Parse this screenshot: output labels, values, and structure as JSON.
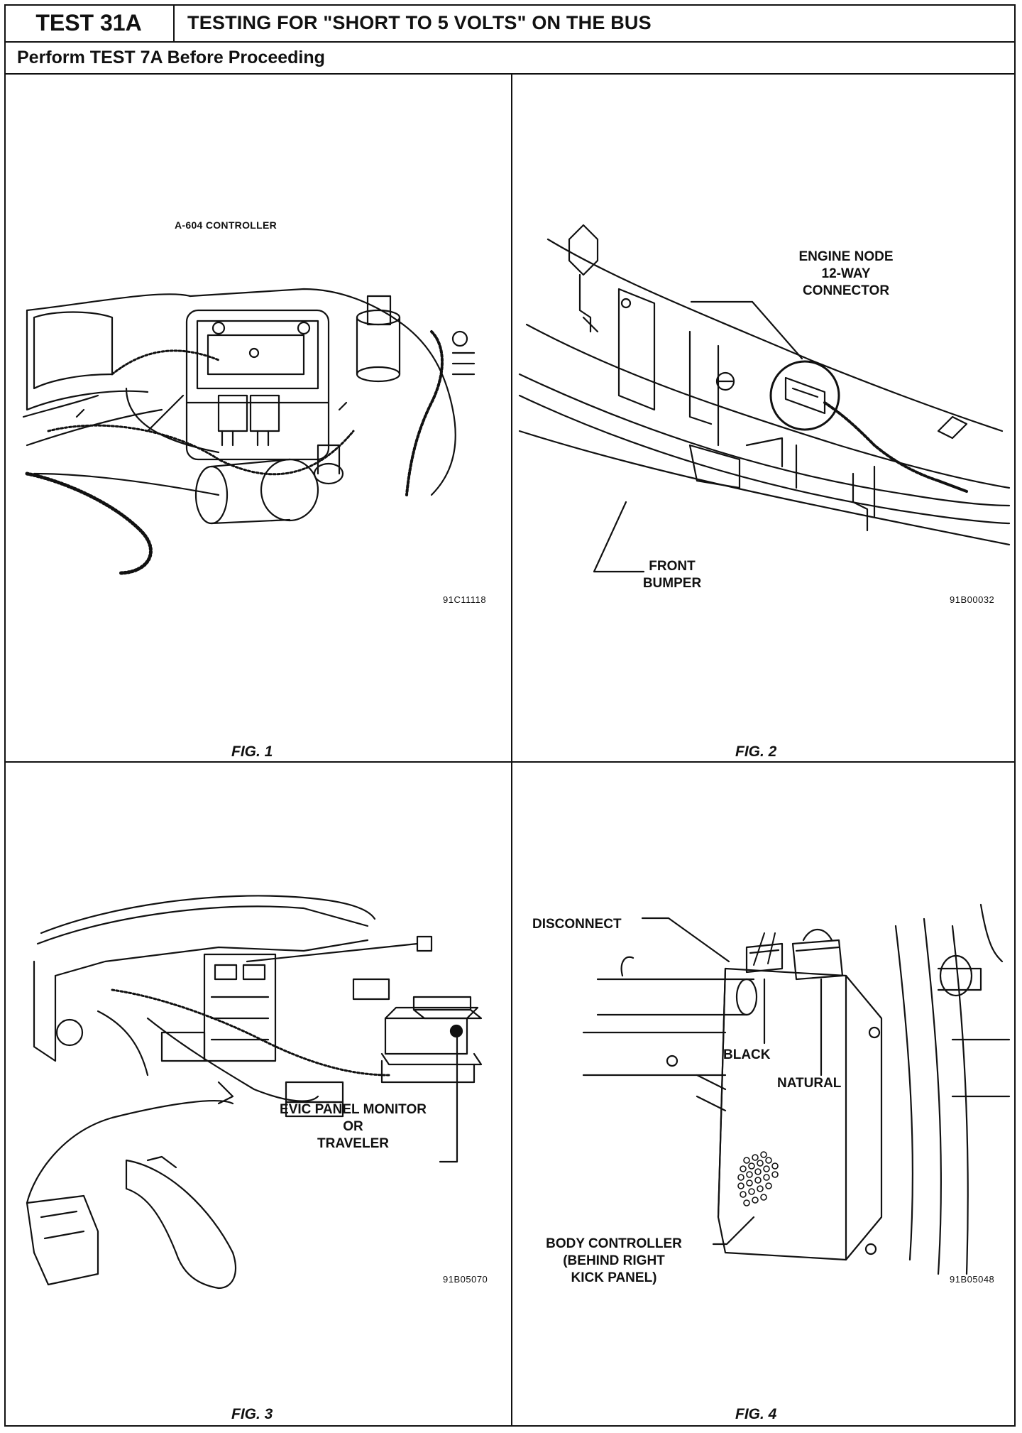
{
  "header": {
    "test_id": "TEST 31A",
    "title": "TESTING FOR \"SHORT TO 5 VOLTS\" ON THE BUS",
    "subtitle": "Perform TEST 7A Before Proceeding"
  },
  "figures": [
    {
      "caption": "FIG. 1",
      "code": "91C11118",
      "labels": [
        "A-604 CONTROLLER"
      ]
    },
    {
      "caption": "FIG. 2",
      "code": "91B00032",
      "labels": [
        "ENGINE NODE",
        "12-WAY",
        "CONNECTOR",
        "FRONT",
        "BUMPER"
      ]
    },
    {
      "caption": "FIG. 3",
      "code": "91B05070",
      "labels": [
        "EVIC PANEL MONITOR",
        "OR",
        "TRAVELER"
      ]
    },
    {
      "caption": "FIG. 4",
      "code": "91B05048",
      "labels": [
        "DISCONNECT",
        "BLACK",
        "NATURAL",
        "BODY CONTROLLER",
        "(BEHIND RIGHT",
        "KICK PANEL)"
      ]
    }
  ]
}
